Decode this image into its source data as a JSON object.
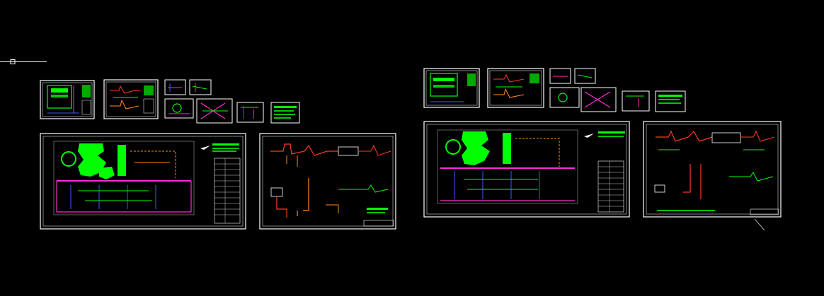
{
  "viewport": {
    "background": "#000000",
    "ucs_icon": "crosshair-ucs-icon"
  },
  "palette": {
    "sheet_border": "#ffffff",
    "hatch_green": "#00ff00",
    "pipe_red": "#ff3b1f",
    "pipe_orange": "#ff8a1c",
    "pipe_magenta": "#ff2bd6",
    "pipe_blue": "#3a5cff",
    "text_white": "#ffffff",
    "dim_grey": "#8a8a8a"
  },
  "drawing_sets": [
    {
      "name": "left-set",
      "small_sheets": [
        "site-plan",
        "riser-diagram",
        "detail-a",
        "detail-b",
        "detail-c",
        "axonometric",
        "section",
        "notes"
      ],
      "large_sheets": [
        "floor-plan",
        "pipe-system"
      ]
    },
    {
      "name": "right-set",
      "small_sheets": [
        "site-plan",
        "riser-diagram",
        "detail-a",
        "detail-b",
        "detail-c",
        "axonometric",
        "section",
        "notes"
      ],
      "large_sheets": [
        "floor-plan",
        "pipe-system"
      ]
    }
  ]
}
